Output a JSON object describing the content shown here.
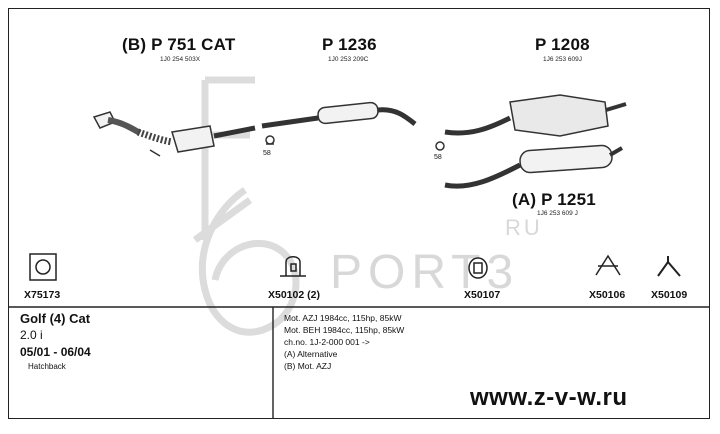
{
  "parts": {
    "p751": {
      "label": "(B) P 751 CAT",
      "oem": "1J0 254 503X"
    },
    "p1236": {
      "label": "P 1236",
      "oem": "1J0 253 209C"
    },
    "p1208": {
      "label": "P 1208",
      "oem": "1J6 253 609J"
    },
    "p1251": {
      "label": "(A) P 1251",
      "oem": "1J6 253 609 J"
    },
    "clip_size": "58"
  },
  "fittings": [
    {
      "code": "X75173"
    },
    {
      "code": "X50102 (2)"
    },
    {
      "code": "X50107"
    },
    {
      "code": "X50106"
    },
    {
      "code": "X50109"
    }
  ],
  "vehicle": {
    "model": "Golf (4) Cat",
    "engine": "2.0 i",
    "years": "05/01 - 06/04",
    "body": "Hatchback"
  },
  "notes": [
    "Mot. AZJ 1984cc, 115hp, 85kW",
    "Mot. BEH 1984cc, 115hp, 85kW",
    "ch.no. 1J-2-000 001 ->",
    "(A) Alternative",
    "(B) Mot. AZJ"
  ],
  "watermark": {
    "brand": "PORT3",
    "suffix": "RU"
  },
  "url": "www.z-v-w.ru"
}
